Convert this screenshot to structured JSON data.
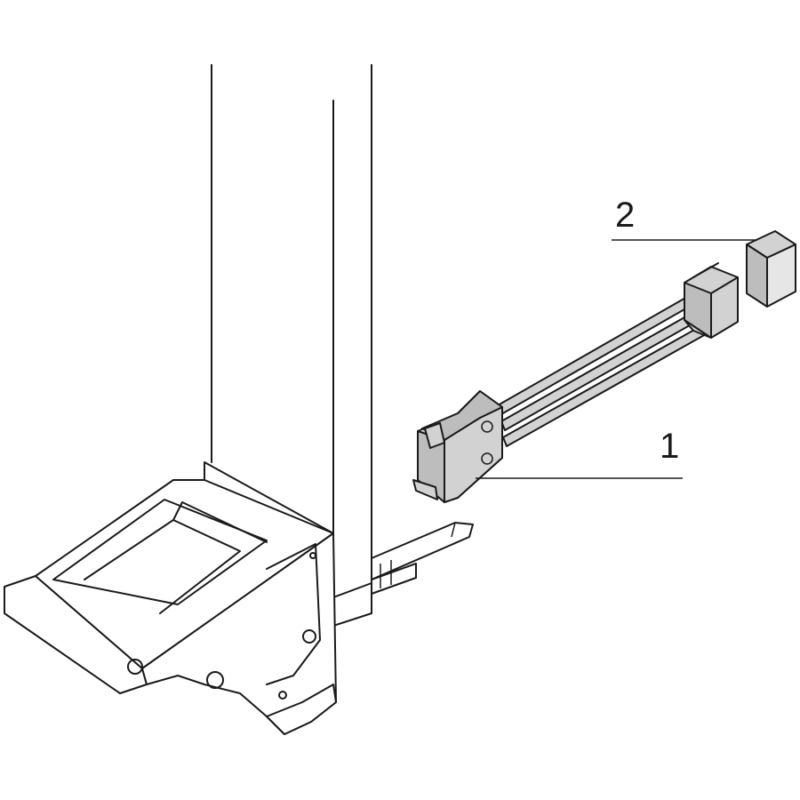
{
  "callouts": [
    {
      "id": "1",
      "label": "1"
    },
    {
      "id": "2",
      "label": "2"
    }
  ],
  "colors": {
    "line": "#1a1a1a",
    "part_fill": "#d2d2d2",
    "part_shade": "#bdbdbd",
    "background": "#ffffff"
  }
}
